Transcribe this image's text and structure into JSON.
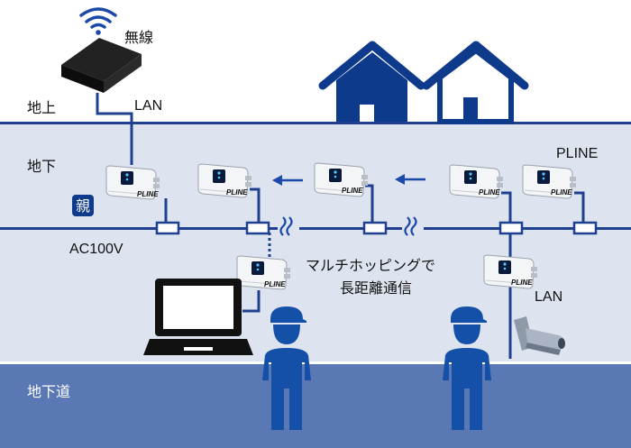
{
  "labels": {
    "wireless": "無線",
    "lan_top": "LAN",
    "surface": "地上",
    "underground": "地下",
    "pline": "PLINE",
    "parent": "親",
    "ac100v": "AC100V",
    "multihop_line1": "マルチホッピングで",
    "multihop_line2": "長距離通信",
    "lan_right": "LAN",
    "underpass": "地下道"
  },
  "device_logo_text": "PLINE",
  "colors": {
    "navy": "#0e3a8c",
    "line_blue": "#1f3f8f",
    "underground_fill": "#dde4ef",
    "underpass_fill": "#5a78b4",
    "person_blue": "#1550a8"
  },
  "icons": [
    "wifi-router-icon",
    "house-icon",
    "pline-device-icon",
    "laptop-icon",
    "person-icon",
    "security-camera-icon",
    "wave-signal-icon",
    "arrow-left-icon"
  ]
}
